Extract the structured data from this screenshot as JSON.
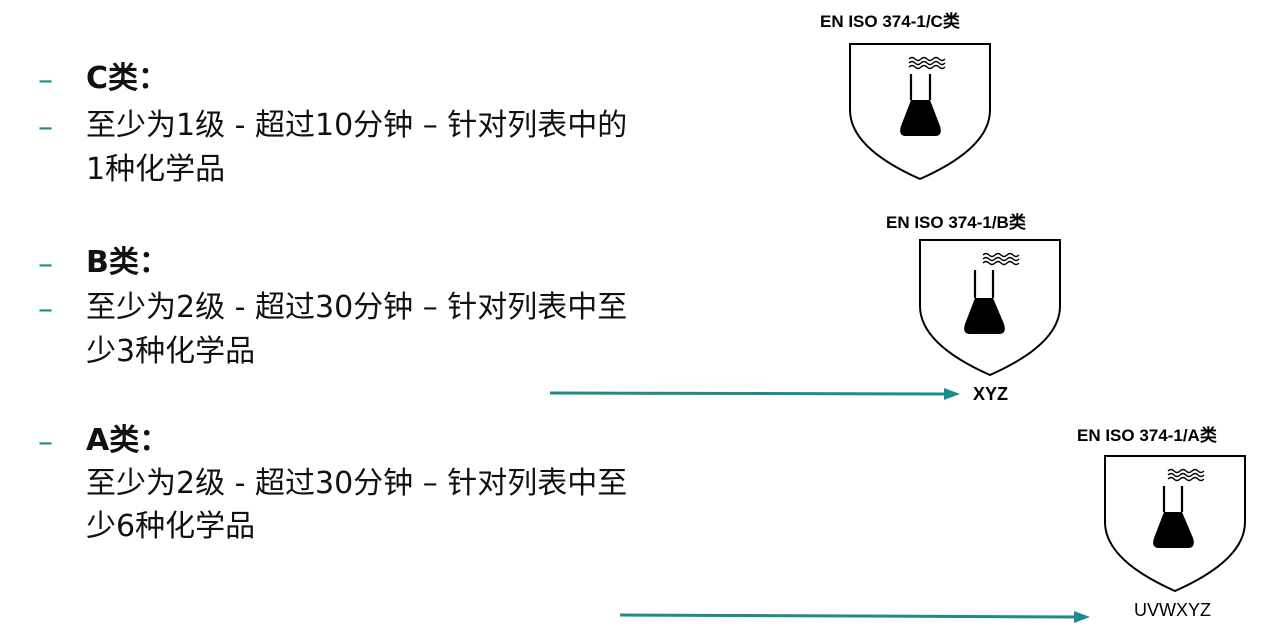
{
  "levels": [
    {
      "heading": "C类：",
      "desc_line1": "至少为1级 - 超过10分钟 – 针对列表中的",
      "desc_line2": "1种化学品"
    },
    {
      "heading": "B类：",
      "desc_line1": "至少为2级 - 超过30分钟 – 针对列表中至",
      "desc_line2": "少3种化学品"
    },
    {
      "heading": "A类：",
      "desc_line1": "至少为2级 - 超过30分钟 – 针对列表中至",
      "desc_line2": "少6种化学品"
    }
  ],
  "bullet_marker": "–",
  "pictograms": [
    {
      "standard": "EN ISO 374-1/C类",
      "code": ""
    },
    {
      "standard": "EN ISO 374-1/B类",
      "code": "XYZ"
    },
    {
      "standard": "EN ISO 374-1/A类",
      "code": "UVWXYZ"
    }
  ],
  "colors": {
    "accent": "#1e8a8a",
    "text": "#111111",
    "icon": "#000000"
  },
  "icons": [
    "chemical-resistance-shield-icon",
    "arrow-right-icon"
  ]
}
